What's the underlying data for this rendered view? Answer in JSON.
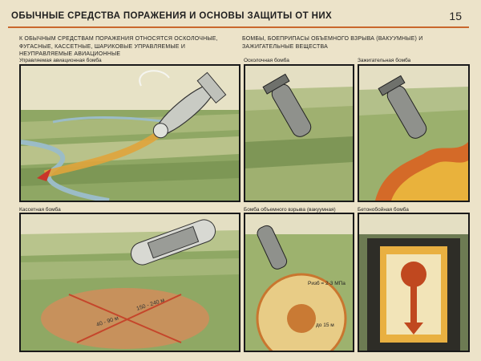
{
  "header": {
    "title": "ОБЫЧНЫЕ СРЕДСТВА ПОРАЖЕНИЯ И ОСНОВЫ ЗАЩИТЫ ОТ НИХ",
    "page_number": "15"
  },
  "intro": {
    "left": "К обычным средствам поражения относятся осколочные, фугасные, кассетные, шариковые управляемые и неуправляемые авиационные",
    "right": "бомбы, боеприпасы объемного взрыва (вакуумные) и зажигательные вещества"
  },
  "panels": {
    "guided": {
      "caption": "Управляемая авиационная бомба"
    },
    "fragmentation": {
      "caption": "Осколочная бомба"
    },
    "incendiary": {
      "caption": "Зажигательная бомба"
    },
    "cluster": {
      "caption": "Кассетная бомба",
      "dim_a": "40 - 90 м",
      "dim_b": "150 - 240 м"
    },
    "vacuum": {
      "caption": "Бомба объемного взрыва (вакуумная)",
      "pressure_label": "Pизб = 2-3 МПа",
      "radius_label": "до 15 м"
    },
    "concrete": {
      "caption": "Бетонобойная бомба"
    }
  }
}
